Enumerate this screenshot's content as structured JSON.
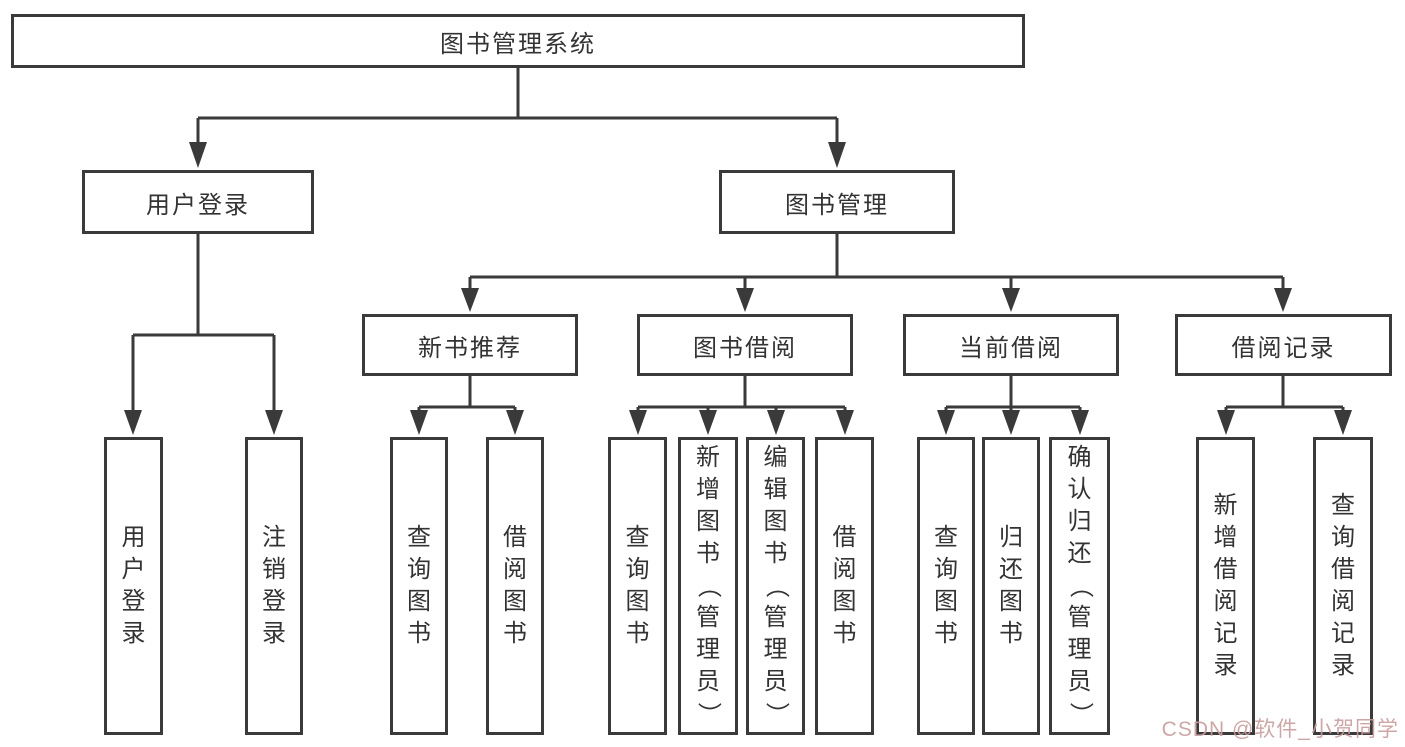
{
  "colors": {
    "line": "#3a3a3a",
    "text": "#333333",
    "background": "#ffffff",
    "watermark_pink": "#c99d9d"
  },
  "watermark": {
    "text": "CSDN @软件_小贺同学"
  },
  "nodes": {
    "root": {
      "label": "图书管理系统"
    },
    "user_login": {
      "label": "用户登录"
    },
    "book_mgmt": {
      "label": "图书管理"
    },
    "new_book_rec": {
      "label": "新书推荐"
    },
    "book_borrow": {
      "label": "图书借阅"
    },
    "current_borrow": {
      "label": "当前借阅"
    },
    "borrow_record": {
      "label": "借阅记录"
    },
    "leaf_login": {
      "label": "用户登录"
    },
    "leaf_logout": {
      "label": "注销登录"
    },
    "leaf_rec_query": {
      "label": "查询图书"
    },
    "leaf_rec_borrow": {
      "label": "借阅图书"
    },
    "leaf_bb_query": {
      "label": "查询图书"
    },
    "leaf_bb_add": {
      "label": "新增图书（管理员）"
    },
    "leaf_bb_edit": {
      "label": "编辑图书（管理员）"
    },
    "leaf_bb_borrow": {
      "label": "借阅图书"
    },
    "leaf_cb_query": {
      "label": "查询图书"
    },
    "leaf_cb_return": {
      "label": "归还图书"
    },
    "leaf_cb_confirm": {
      "label": "确认归还（管理员）"
    },
    "leaf_br_add": {
      "label": "新增借阅记录"
    },
    "leaf_br_query": {
      "label": "查询借阅记录"
    }
  }
}
